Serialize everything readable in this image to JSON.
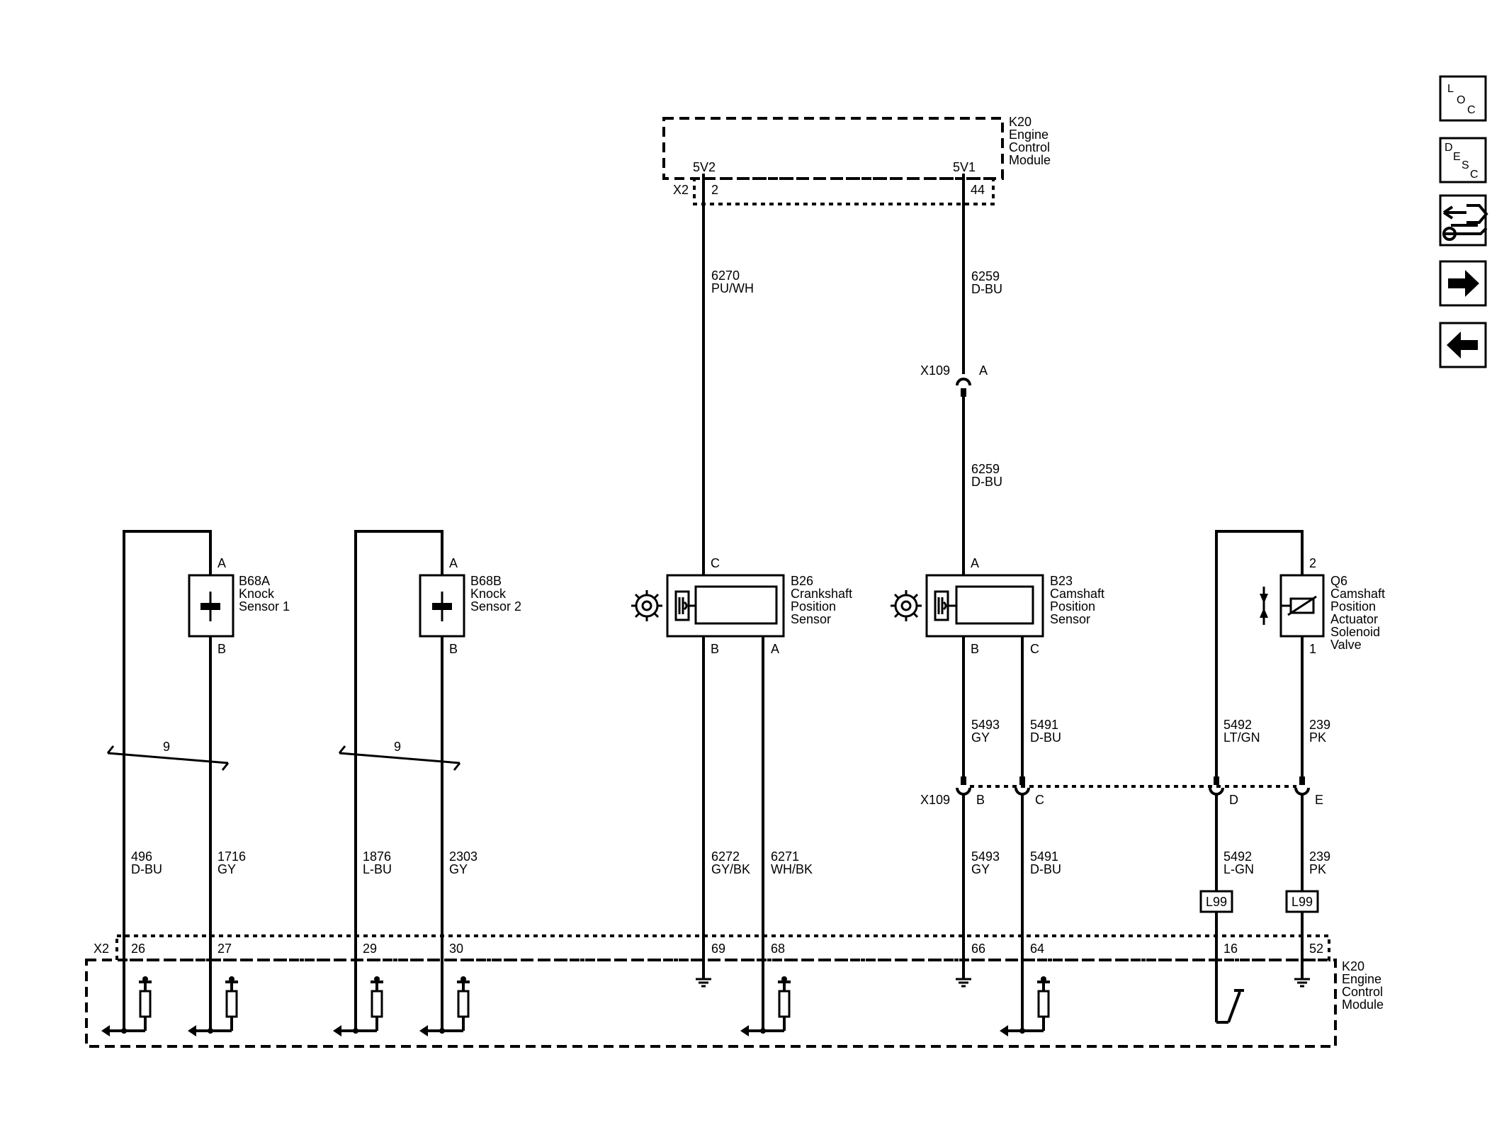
{
  "ecm": {
    "top_label": [
      "K20",
      "Engine",
      "Control",
      "Module"
    ],
    "bottom_label": [
      "K20",
      "Engine",
      "Control",
      "Module"
    ],
    "top_connector": "X2",
    "bottom_connector": "X2",
    "pin_5v2": "5V2",
    "pin_5v1": "5V1",
    "top_pins": [
      "2",
      "44"
    ],
    "bottom_pins": [
      "26",
      "27",
      "29",
      "30",
      "69",
      "68",
      "66",
      "64",
      "16",
      "52"
    ]
  },
  "wires": {
    "w6270": [
      "6270",
      "PU/WH"
    ],
    "w6259_upper": [
      "6259",
      "D-BU"
    ],
    "w6259_lower": [
      "6259",
      "D-BU"
    ],
    "w496": [
      "496",
      "D-BU"
    ],
    "w1716": [
      "1716",
      "GY"
    ],
    "w1876": [
      "1876",
      "L-BU"
    ],
    "w2303": [
      "2303",
      "GY"
    ],
    "w6272": [
      "6272",
      "GY/BK"
    ],
    "w6271": [
      "6271",
      "WH/BK"
    ],
    "w5493_upper": [
      "5493",
      "GY"
    ],
    "w5491_upper": [
      "5491",
      "D-BU"
    ],
    "w5492_upper": [
      "5492",
      "LT/GN"
    ],
    "w239_upper": [
      "239",
      "PK"
    ],
    "w5493_lower": [
      "5493",
      "GY"
    ],
    "w5491_lower": [
      "5491",
      "D-BU"
    ],
    "w5492_lower": [
      "5492",
      "L-GN"
    ],
    "w239_lower": [
      "239",
      "PK"
    ]
  },
  "connector_x109": {
    "name": "X109",
    "pins": [
      "A",
      "B",
      "C",
      "D",
      "E"
    ]
  },
  "twisted_pair_label": "9",
  "option_code": "L99",
  "components": {
    "b68a": {
      "lines": [
        "B68A",
        "Knock",
        "Sensor 1"
      ],
      "pins": [
        "A",
        "B"
      ]
    },
    "b68b": {
      "lines": [
        "B68B",
        "Knock",
        "Sensor 2"
      ],
      "pins": [
        "A",
        "B"
      ]
    },
    "b26": {
      "lines": [
        "B26",
        "Crankshaft",
        "Position",
        "Sensor"
      ],
      "pins": [
        "C",
        "B",
        "A"
      ]
    },
    "b23": {
      "lines": [
        "B23",
        "Camshaft",
        "Position",
        "Sensor"
      ],
      "pins": [
        "A",
        "B",
        "C"
      ]
    },
    "q6": {
      "lines": [
        "Q6",
        "Camshaft",
        "Position",
        "Actuator",
        "Solenoid",
        "Valve"
      ],
      "pins": [
        "2",
        "1"
      ]
    }
  },
  "nav": {
    "loc": [
      "L",
      "O",
      "C"
    ],
    "desc": [
      "D",
      "E",
      "S",
      "C"
    ],
    "icons": [
      "connector-wrench-icon",
      "arrow-right-icon",
      "arrow-left-icon"
    ]
  }
}
